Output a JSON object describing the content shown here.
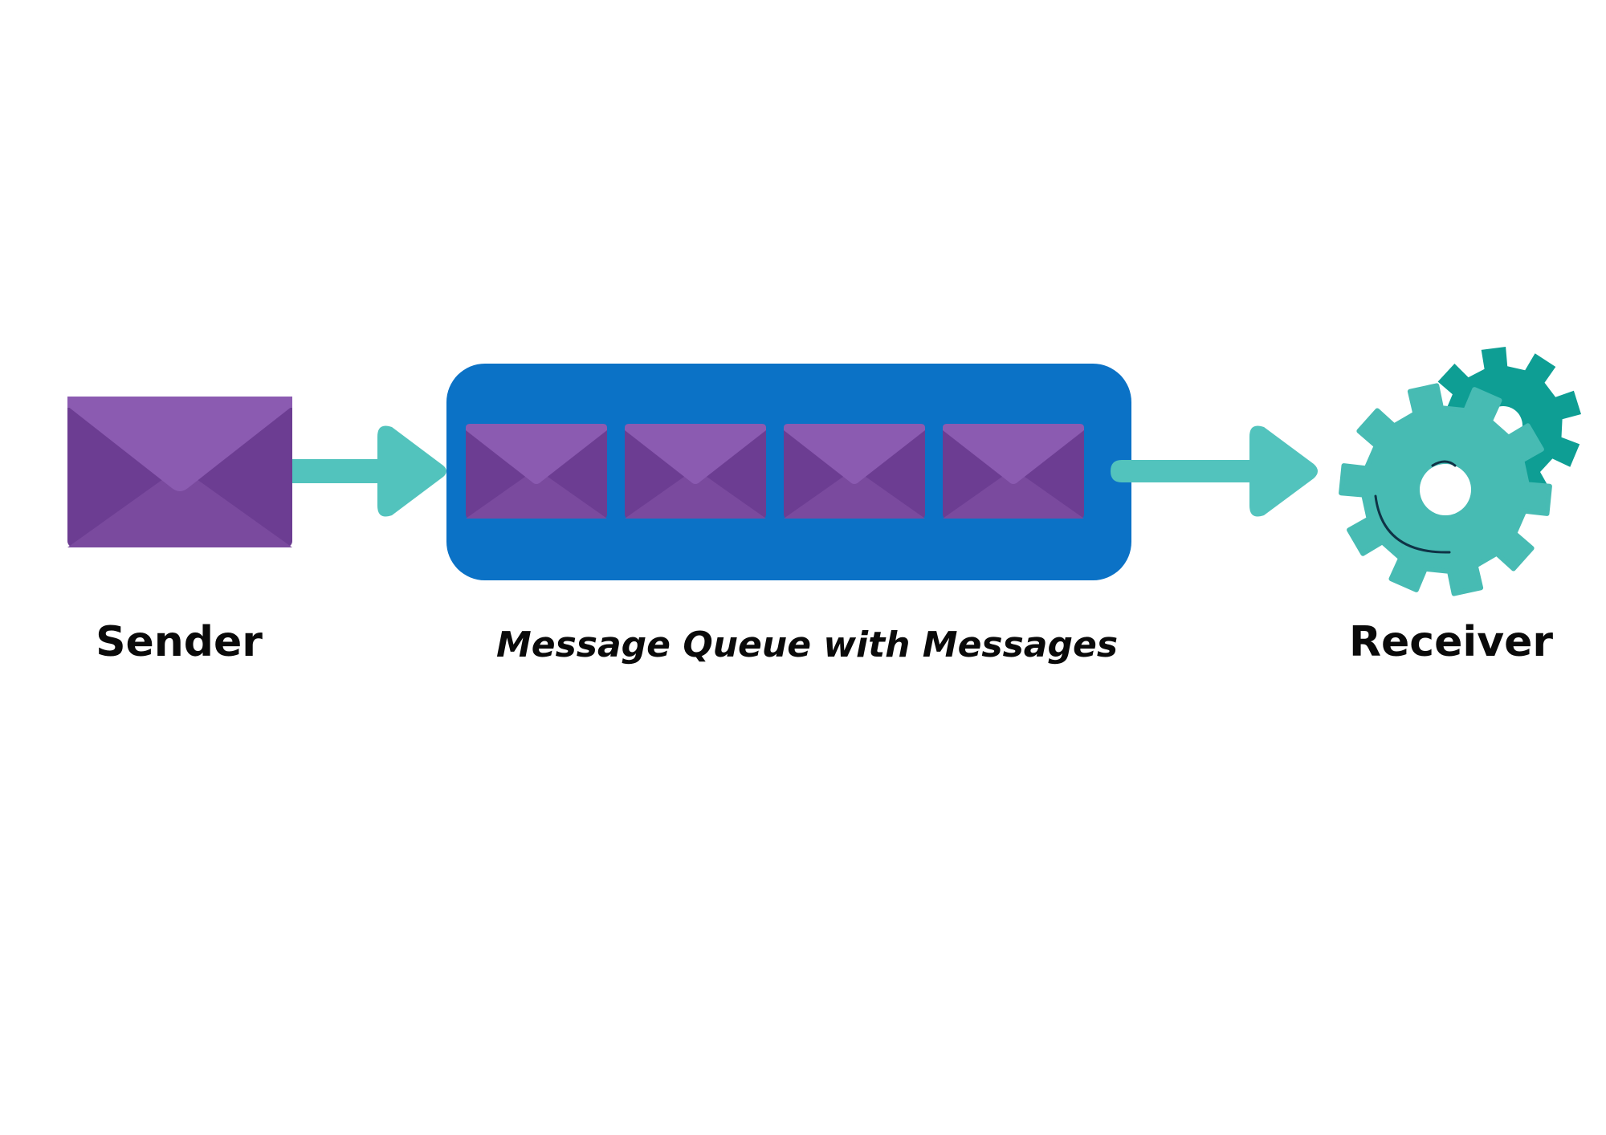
{
  "labels": {
    "sender": "Sender",
    "queue": "Message Queue with Messages",
    "receiver": "Receiver"
  },
  "queue": {
    "message_count": 4
  },
  "colors": {
    "envelope_back": "#6C3D92",
    "envelope_flap": "#8B5BB1",
    "envelope_bottom": "#7A4A9E",
    "queue_box": "#0B72C6",
    "arrow": "#52C3BD",
    "gear_front": "#47BBB3",
    "gear_back": "#0E9E94",
    "gear_outline": "#0F3346",
    "text": "#0A0A0A"
  },
  "icons": {
    "sender": "envelope-icon",
    "queue_item": "envelope-icon",
    "receiver": "gears-icon"
  }
}
